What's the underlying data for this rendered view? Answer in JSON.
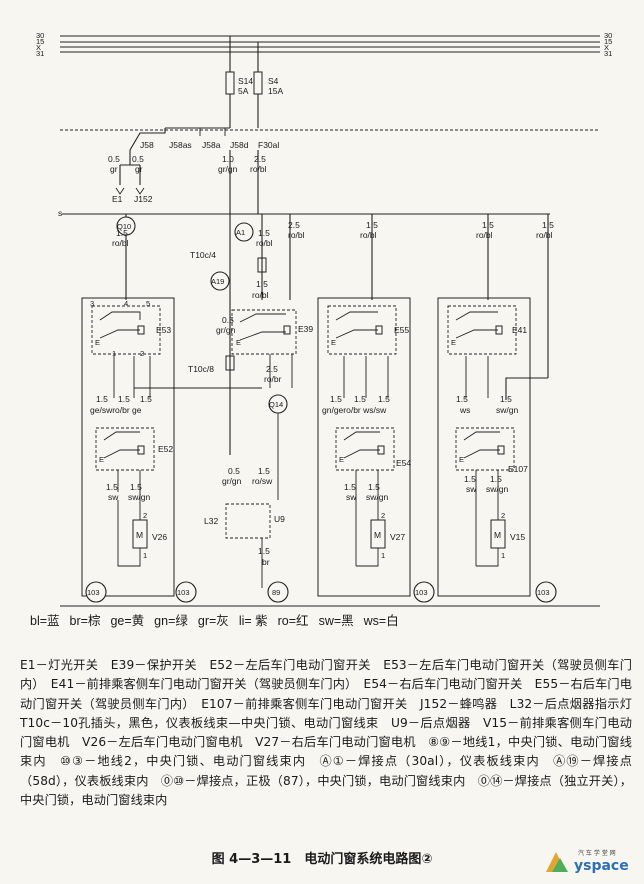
{
  "diagram": {
    "bus_labels": [
      "30",
      "15",
      "X",
      "31"
    ],
    "fuses": [
      {
        "id": "S14",
        "rating": "5A"
      },
      {
        "id": "S4",
        "rating": "15A"
      }
    ],
    "terminal_labels": [
      "J58",
      "J58as",
      "J58a",
      "J58d",
      "F30al"
    ],
    "wire_labels": {
      "w_j58": [
        "0.5",
        "gr"
      ],
      "w_j152": [
        "0.5",
        "gr"
      ],
      "e1": "E1",
      "j152": "J152",
      "w_a": [
        "1.0",
        "gr/gn"
      ],
      "w_b": [
        "2.5",
        "ro/bl"
      ],
      "rail_s": "s",
      "q10": [
        "1.5",
        "ro/bl"
      ],
      "a1_br": [
        "1.5",
        "ro/bl"
      ],
      "a1_right": [
        "2.5",
        "ro/bl"
      ],
      "e55_top": [
        "1.5",
        "ro/bl"
      ],
      "e41_top": [
        "1.5",
        "ro/bl"
      ],
      "e41_top_r": [
        "1.5",
        "ro/bl"
      ],
      "t10c4": "T10c/4",
      "a19_below": [
        "1.5",
        "ro/bl"
      ],
      "t10c8": "T10c/8",
      "e39_a": [
        "0.5",
        "gr/gn"
      ],
      "e39_out": [
        "2.5",
        "ro/br"
      ],
      "e53_out": [
        "1.5",
        "1.5",
        "1.5"
      ],
      "e53_colors": "ge/swro/br ge",
      "e55_out": [
        "1.5",
        "1.5",
        "1.5"
      ],
      "e55_colors": "gn/gero/br ws/sw",
      "e41_out": [
        "1.5",
        "1.5"
      ],
      "e41_colors": [
        "ws",
        "sw/gn"
      ],
      "e52_out": [
        "1.5",
        "1.5"
      ],
      "e52_colors": [
        "sw",
        "sw/gn"
      ],
      "e54_out": [
        "1.5",
        "1.5"
      ],
      "e54_colors": [
        "sw",
        "sw/gn"
      ],
      "e107_out": [
        "1.5",
        "1.5"
      ],
      "e107_colors": [
        "sw",
        "sw/gn"
      ],
      "l32_in": [
        "0.5",
        "gr/gn"
      ],
      "l32_in2": [
        "1.5",
        "ro/sw"
      ],
      "gnd89": [
        "1.5",
        "br"
      ],
      "v26_pins": [
        "1",
        "2"
      ],
      "v27_pins": [
        "2",
        "1"
      ],
      "v15_pins": [
        "2",
        "1"
      ]
    },
    "nodes": [
      "Q10",
      "A1",
      "A19",
      "Q14",
      "103",
      "103",
      "89",
      "103",
      "103"
    ],
    "components": [
      "E53",
      "E52",
      "V26",
      "E39",
      "L32",
      "U9",
      "E55",
      "E54",
      "V27",
      "E41",
      "E107",
      "V15"
    ]
  },
  "legend": [
    "bl=蓝",
    "br=棕",
    "ge=黄",
    "gn=绿",
    "gr=灰",
    "li= 紫",
    "ro=红",
    "sw=黑",
    "ws=白"
  ],
  "notes": [
    "E1－灯光开关　E39－保护开关　E52－左后车门电动门窗开关　E53－左后车门电动门窗开关（驾驶员侧车门内）　E41－前排乘客侧车门电动门窗开关（驾驶员侧车门内）　E54－右后车门电动门窗开关　E55－右后车门电动门窗开关（驾驶员侧车门内）　E107－前排乘客侧车门电动门窗开关　J152－蜂鸣器　L32－后点烟器指示灯　T10c－10孔插头，黑色，仪表板线束—中央门锁、电动门窗线束　U9－后点烟器　V15－前排乘客侧车门电动门窗电机　V26－左后车门电动门窗电机　V27－右后车门电动门窗电机　⑧⑨－地线1，中央门锁、电动门窗线束内　⑩③－地线2，中央门锁、电动门窗线束内　Ⓐ①－焊接点（30al），仪表板线束内　Ⓐ⑲－焊接点（58d），仪表板线束内　⓪⑩－焊接点，正极（87），中央门锁，电动门窗线束内　⓪⑭－焊接点（独立开关），中央门锁，电动门窗线束内"
  ],
  "figure_caption": "图 4—3—11　电动门窗系统电路图②",
  "watermark": {
    "text": "yspace",
    "sub": "汽 车 学 堂 网"
  }
}
